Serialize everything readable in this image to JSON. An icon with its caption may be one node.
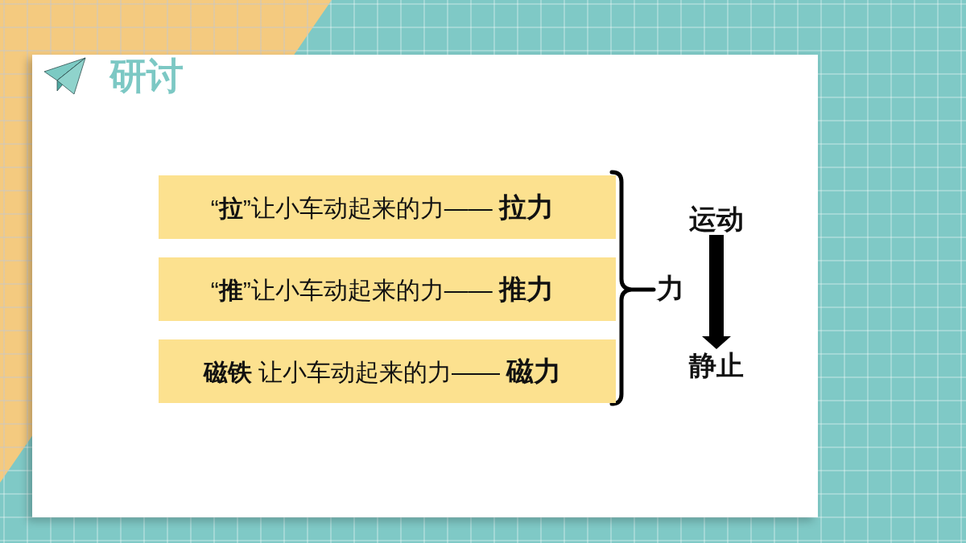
{
  "diagram": {
    "title": "研讨",
    "nodes": [
      {
        "text": [
          "“**拉**”让小车动起来的力—— **拉力**"
        ]
      },
      {
        "text": [
          "“**推**”让小车动起来的力—— **推力**"
        ]
      },
      {
        "text": [
          "**磁铁** 让小车动起来的力—— **磁力**"
        ]
      },
      {
        "text": [
          "运动"
        ]
      },
      {
        "text": [
          "静止"
        ]
      }
    ],
    "edges": [
      {
        "from": 3,
        "to": 4,
        "arrow": "to"
      }
    ],
    "labels": [
      "力"
    ]
  }
}
